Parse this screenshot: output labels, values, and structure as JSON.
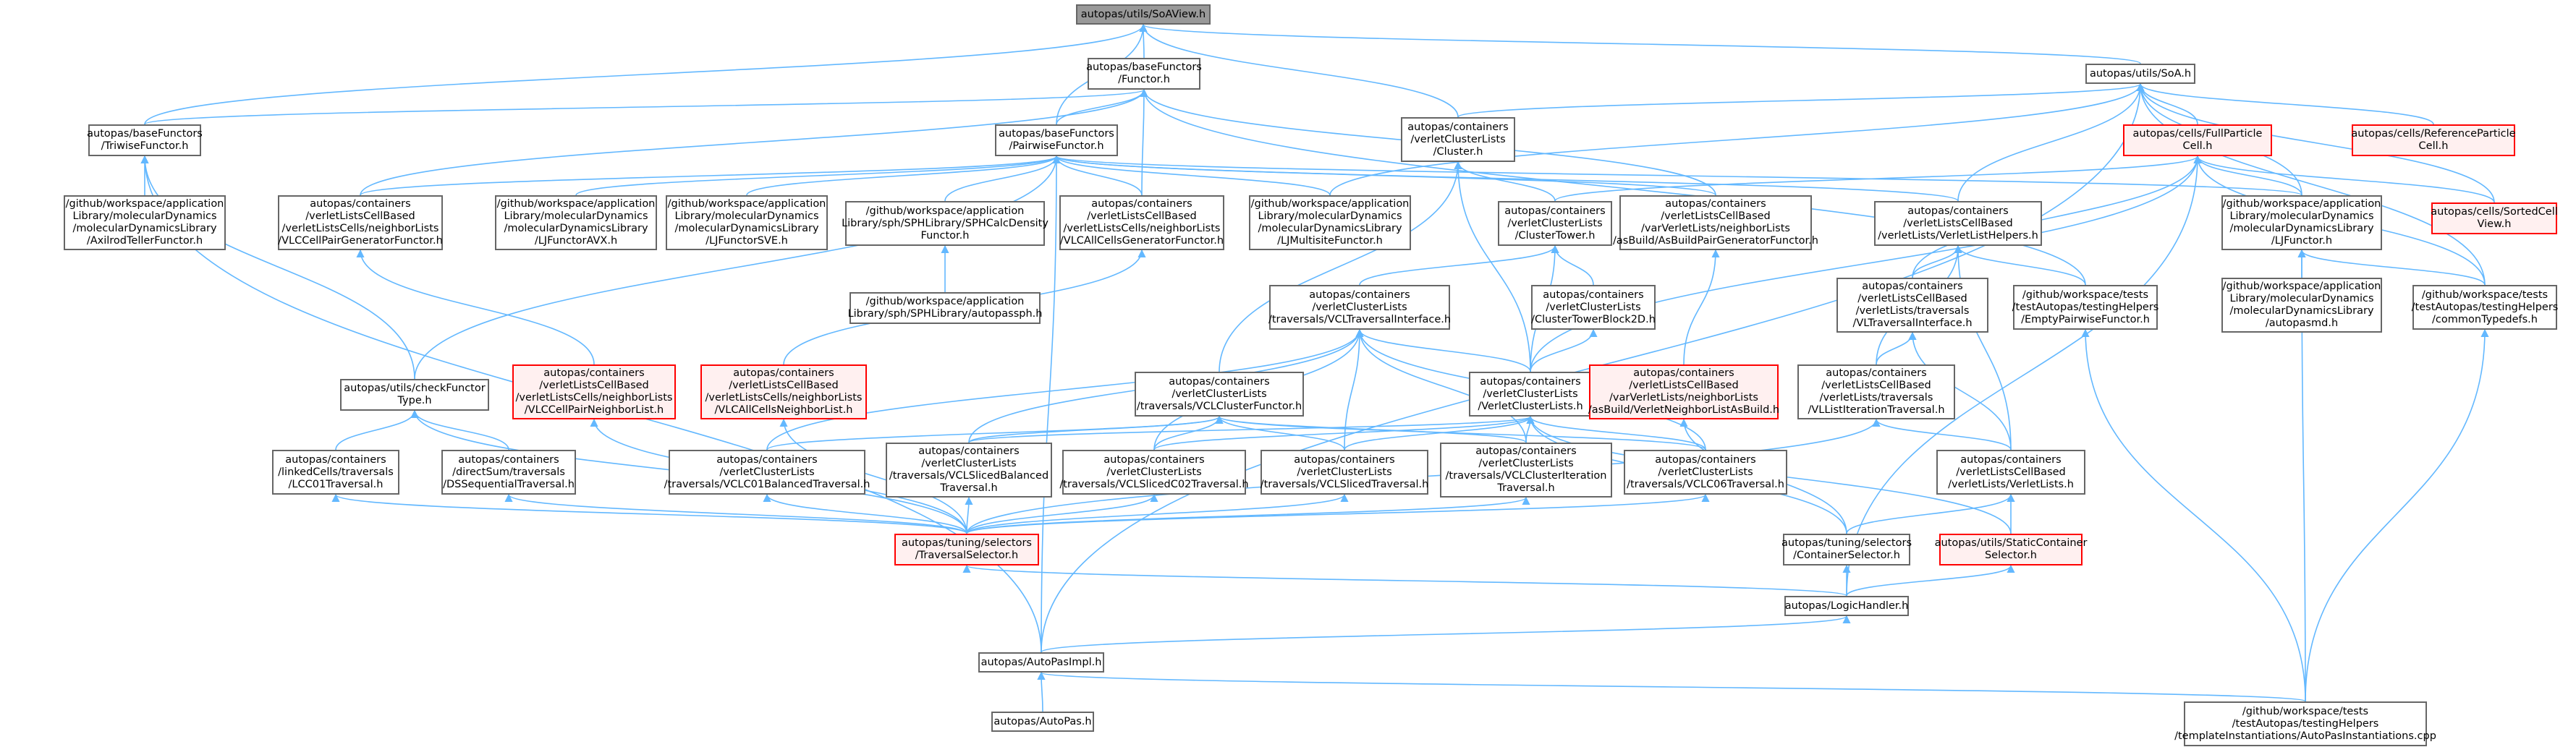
{
  "colors": {
    "edge": "#63b8ff",
    "node_border": "#666666",
    "highlight_border": "#ff0000",
    "highlight_fill": "#fff0f0",
    "root_fill": "#999999"
  },
  "nodes": {
    "soaview": [
      "autopas/utils/SoAView.h"
    ],
    "basefunctor": [
      "autopas/baseFunctors",
      "/Functor.h"
    ],
    "soa": [
      "autopas/utils/SoA.h"
    ],
    "triwise": [
      "autopas/baseFunctors",
      "/TriwiseFunctor.h"
    ],
    "pairwise": [
      "autopas/baseFunctors",
      "/PairwiseFunctor.h"
    ],
    "cluster": [
      "autopas/containers",
      "/verletClusterLists",
      "/Cluster.h"
    ],
    "fullparticle": [
      "autopas/cells/FullParticle",
      "Cell.h"
    ],
    "refcell": [
      "autopas/cells/ReferenceParticle",
      "Cell.h"
    ],
    "axilrod": [
      "/github/workspace/application",
      "Library/molecularDynamics",
      "/molecularDynamicsLibrary",
      "/AxilrodTellerFunctor.h"
    ],
    "vlcpairgen": [
      "autopas/containers",
      "/verletListsCellBased",
      "/verletListsCells/neighborLists",
      "/VLCCellPairGeneratorFunctor.h"
    ],
    "ljavx": [
      "/github/workspace/application",
      "Library/molecularDynamics",
      "/molecularDynamicsLibrary",
      "/LJFunctorAVX.h"
    ],
    "ljsve": [
      "/github/workspace/application",
      "Library/molecularDynamics",
      "/molecularDynamicsLibrary",
      "/LJFunctorSVE.h"
    ],
    "sphcalc": [
      "/github/workspace/application",
      "Library/sph/SPHLibrary/SPHCalcDensity",
      "Functor.h"
    ],
    "vlcallgen": [
      "autopas/containers",
      "/verletListsCellBased",
      "/verletListsCells/neighborLists",
      "/VLCAllCellsGeneratorFunctor.h"
    ],
    "ljmulti": [
      "/github/workspace/application",
      "Library/molecularDynamics",
      "/molecularDynamicsLibrary",
      "/LJMultisiteFunctor.h"
    ],
    "clustertower": [
      "autopas/containers",
      "/verletClusterLists",
      "/ClusterTower.h"
    ],
    "asbuildgen": [
      "autopas/containers",
      "/verletListsCellBased",
      "/varVerletLists/neighborLists",
      "/asBuild/AsBuildPairGeneratorFunctor.h"
    ],
    "vlhelpers": [
      "autopas/containers",
      "/verletListsCellBased",
      "/verletLists/VerletListHelpers.h"
    ],
    "ljfunctor": [
      "/github/workspace/application",
      "Library/molecularDynamics",
      "/molecularDynamicsLibrary",
      "/LJFunctor.h"
    ],
    "sortedcell": [
      "autopas/cells/SortedCell",
      "View.h"
    ],
    "autopassph": [
      "/github/workspace/application",
      "Library/sph/SPHLibrary/autopassph.h"
    ],
    "vcltravint": [
      "autopas/containers",
      "/verletClusterLists",
      "/traversals/VCLTraversalInterface.h"
    ],
    "towerblock": [
      "autopas/containers",
      "/verletClusterLists",
      "/ClusterTowerBlock2D.h"
    ],
    "vltravint": [
      "autopas/containers",
      "/verletListsCellBased",
      "/verletLists/traversals",
      "/VLTraversalInterface.h"
    ],
    "emptypair": [
      "/github/workspace/tests",
      "/testAutopas/testingHelpers",
      "/EmptyPairwiseFunctor.h"
    ],
    "autopasmd": [
      "/github/workspace/application",
      "Library/molecularDynamics",
      "/molecularDynamicsLibrary",
      "/autopasmd.h"
    ],
    "commontypedefs": [
      "/github/workspace/tests",
      "/testAutopas/testingHelpers",
      "/commonTypedefs.h"
    ],
    "checkfunctor": [
      "autopas/utils/checkFunctor",
      "Type.h"
    ],
    "vlcpairnl": [
      "autopas/containers",
      "/verletListsCellBased",
      "/verletListsCells/neighborLists",
      "/VLCCellPairNeighborList.h"
    ],
    "vlcallnl": [
      "autopas/containers",
      "/verletListsCellBased",
      "/verletListsCells/neighborLists",
      "/VLCAllCellsNeighborList.h"
    ],
    "vclclusterfunctor": [
      "autopas/containers",
      "/verletClusterLists",
      "/traversals/VCLClusterFunctor.h"
    ],
    "vcl": [
      "autopas/containers",
      "/verletClusterLists",
      "/VerletClusterLists.h"
    ],
    "vlasbuild": [
      "autopas/containers",
      "/verletListsCellBased",
      "/varVerletLists/neighborLists",
      "/asBuild/VerletNeighborListAsBuild.h"
    ],
    "vliter": [
      "autopas/containers",
      "/verletListsCellBased",
      "/verletLists/traversals",
      "/VLListIterationTraversal.h"
    ],
    "lcc01": [
      "autopas/containers",
      "/linkedCells/traversals",
      "/LCC01Traversal.h"
    ],
    "dssequential": [
      "autopas/containers",
      "/directSum/traversals",
      "/DSSequentialTraversal.h"
    ],
    "vclc01bal": [
      "autopas/containers",
      "/verletClusterLists",
      "/traversals/VCLC01BalancedTraversal.h"
    ],
    "vclslicedbal": [
      "autopas/containers",
      "/verletClusterLists",
      "/traversals/VCLSlicedBalanced",
      "Traversal.h"
    ],
    "vclslicedc02": [
      "autopas/containers",
      "/verletClusterLists",
      "/traversals/VCLSlicedC02Traversal.h"
    ],
    "vclsliced": [
      "autopas/containers",
      "/verletClusterLists",
      "/traversals/VCLSlicedTraversal.h"
    ],
    "vclclusteriter": [
      "autopas/containers",
      "/verletClusterLists",
      "/traversals/VCLClusterIteration",
      "Traversal.h"
    ],
    "vclc06": [
      "autopas/containers",
      "/verletClusterLists",
      "/traversals/VCLC06Traversal.h"
    ],
    "verletlists": [
      "autopas/containers",
      "/verletListsCellBased",
      "/verletLists/VerletLists.h"
    ],
    "containerselector": [
      "autopas/tuning/selectors",
      "/ContainerSelector.h"
    ],
    "staticcontainer": [
      "autopas/utils/StaticContainer",
      "Selector.h"
    ],
    "traversalselector": [
      "autopas/tuning/selectors",
      "/TraversalSelector.h"
    ],
    "logichandler": [
      "autopas/LogicHandler.h"
    ],
    "autopasimpl": [
      "autopas/AutoPasImpl.h"
    ],
    "autopas": [
      "autopas/AutoPas.h"
    ],
    "autopasinst": [
      "/github/workspace/tests",
      "/testAutopas/testingHelpers",
      "/templateInstantiations/AutoPasInstantiations.cpp"
    ]
  }
}
